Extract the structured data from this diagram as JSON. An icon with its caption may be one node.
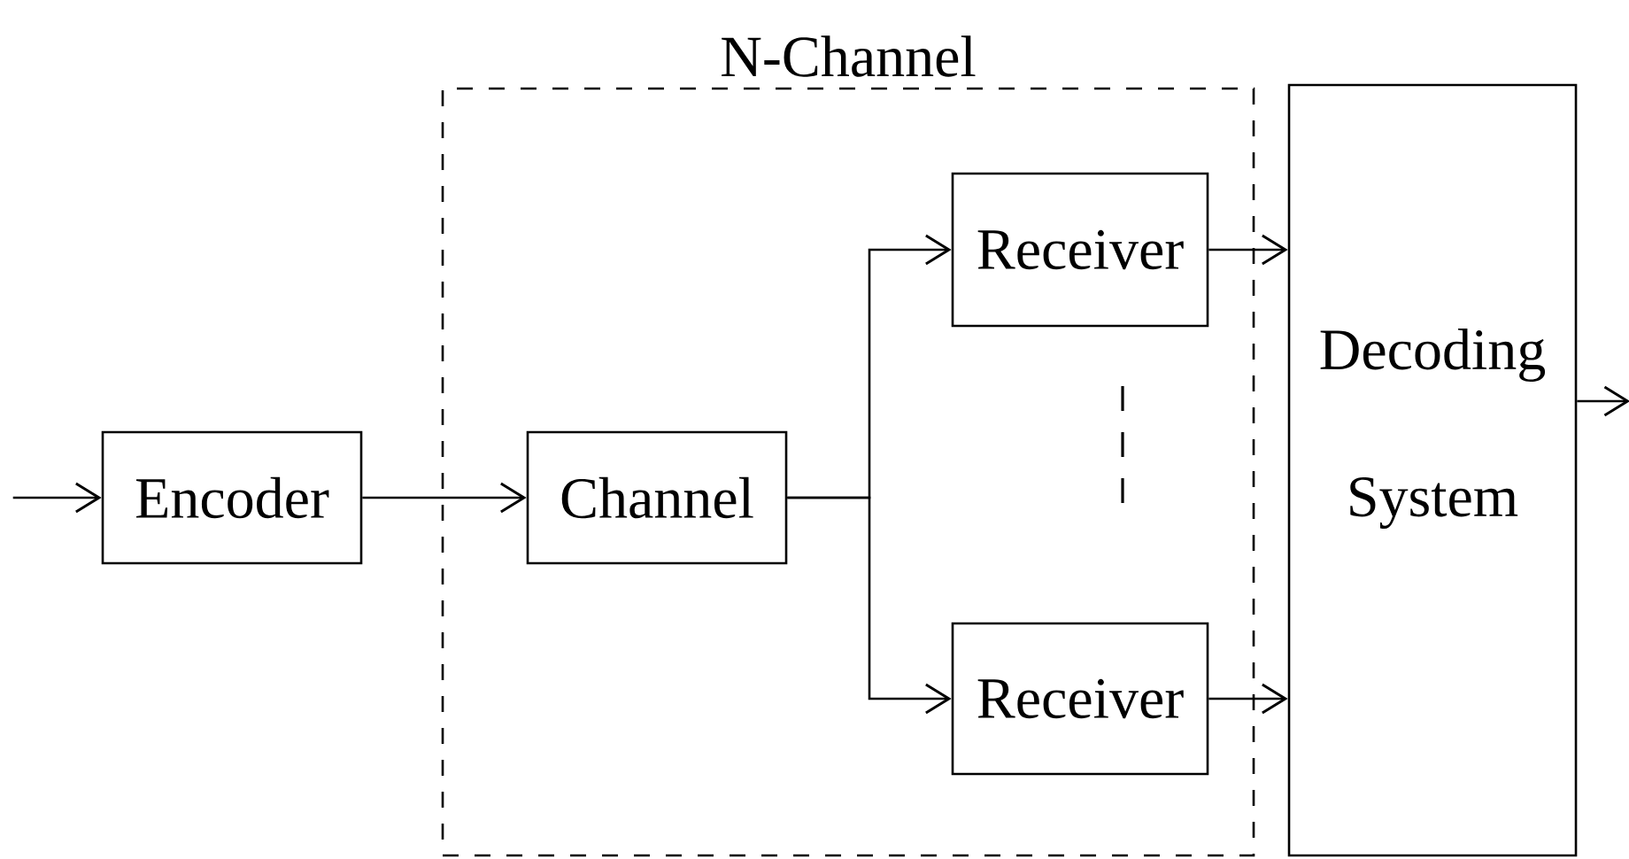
{
  "diagram": {
    "nodes": [
      {
        "text": [
          "N-Channel"
        ]
      },
      {
        "text": [
          "Encoder"
        ]
      },
      {
        "text": [
          "Channel"
        ],
        "in": 0
      },
      {
        "text": [
          "Receiver"
        ],
        "in": 0
      },
      {
        "text": [
          "Receiver"
        ],
        "in": 0
      },
      {
        "text": [
          "Decoding System"
        ]
      }
    ],
    "edges": [
      {
        "from": null,
        "to": 1,
        "arrow": "to"
      },
      {
        "from": 1,
        "to": 2,
        "arrow": "to"
      },
      {
        "from": 2,
        "to": 3,
        "arrow": "to"
      },
      {
        "from": 2,
        "to": 4,
        "arrow": "to"
      },
      {
        "from": 3,
        "to": 5,
        "arrow": "to"
      },
      {
        "from": 4,
        "to": 5,
        "arrow": "to"
      },
      {
        "from": 5,
        "to": null,
        "arrow": "to"
      }
    ]
  }
}
